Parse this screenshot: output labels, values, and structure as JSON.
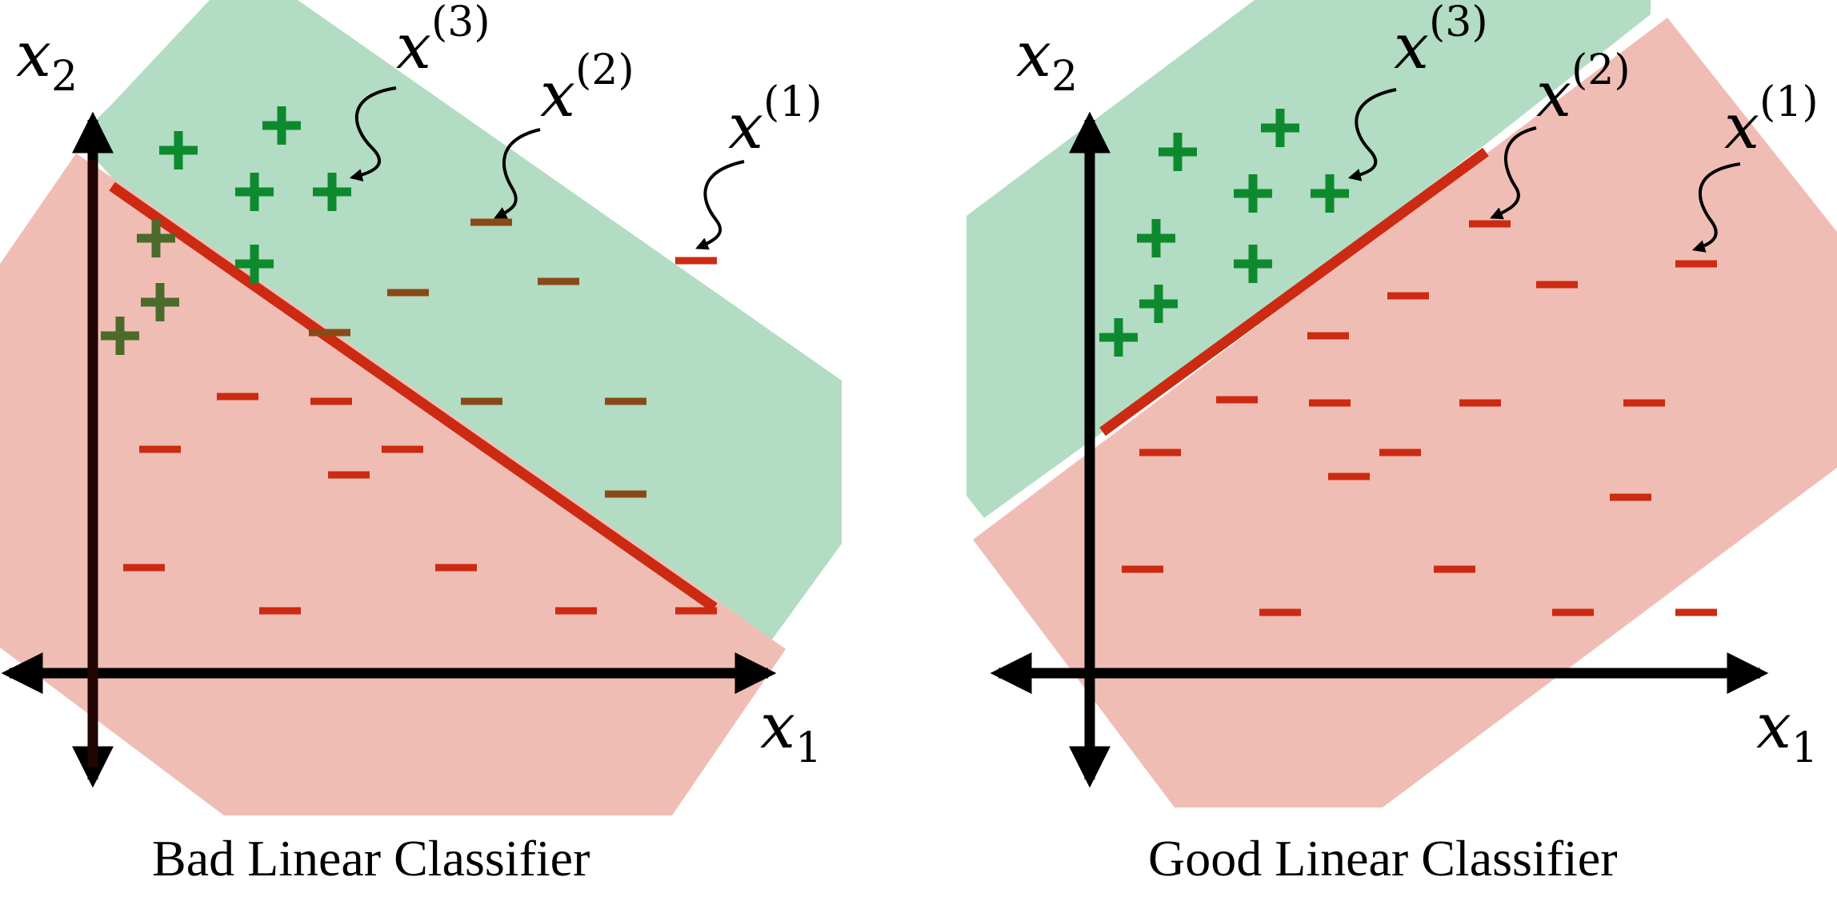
{
  "colors": {
    "positive_region": "#b2dcc3",
    "negative_region": "#efb9b0",
    "boundary": "#cc2a12",
    "plus": "#0e8a2e",
    "minus": "#cc2a12",
    "axis": "#000000"
  },
  "panels": [
    {
      "caption": "Bad Linear Classifier",
      "axis_labels": {
        "x": "x",
        "x_sub": "1",
        "y": "x",
        "y_sub": "2"
      },
      "callouts": [
        {
          "base": "x",
          "sup": "(3)"
        },
        {
          "base": "x",
          "sup": "(2)"
        },
        {
          "base": "x",
          "sup": "(1)"
        }
      ]
    },
    {
      "caption": "Good Linear Classifier",
      "axis_labels": {
        "x": "x",
        "x_sub": "1",
        "y": "x",
        "y_sub": "2"
      },
      "callouts": [
        {
          "base": "x",
          "sup": "(3)"
        },
        {
          "base": "x",
          "sup": "(2)"
        },
        {
          "base": "x",
          "sup": "(1)"
        }
      ]
    }
  ]
}
